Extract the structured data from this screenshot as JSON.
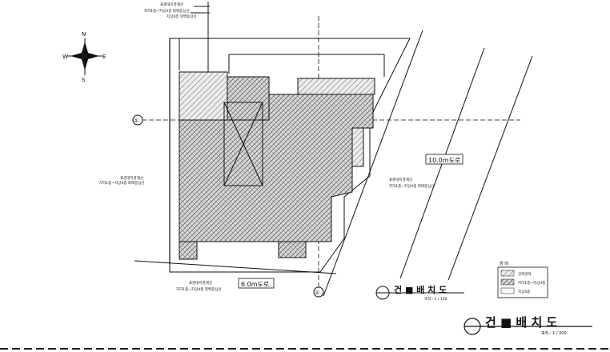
{
  "compass": {
    "north": "N",
    "south": "S",
    "east": "E",
    "west": "W"
  },
  "top_labels": [
    "표준대지경계선",
    "지하1층~지상4층 외벽중심선",
    "지상4층 외벽중심선"
  ],
  "road_main": "10.0m도로",
  "road_side": "6.0m도로",
  "title_small": {
    "text": "건 ■ 배 치 도",
    "scale": "축척 : 1 / 100"
  },
  "title_large": {
    "text": "건 ■ 배 치 도",
    "scale": "축척 : 1 / 200"
  },
  "legend": {
    "title": "범 례",
    "items": [
      "건축면적",
      "지하1층~지상4층",
      "지상4층"
    ]
  },
  "left_labels": [
    "표준대지경계선",
    "지하1층~지상4층 외벽중심선"
  ],
  "right_labels": [
    "표준대지경계선",
    "지하1층~지상4층 외벽중심선"
  ],
  "bottom_labels": [
    "표준대지경계선",
    "지하1층~지상4층 외벽중심선"
  ],
  "markers": {
    "axis_left": "①",
    "axis_bottom": "①"
  }
}
